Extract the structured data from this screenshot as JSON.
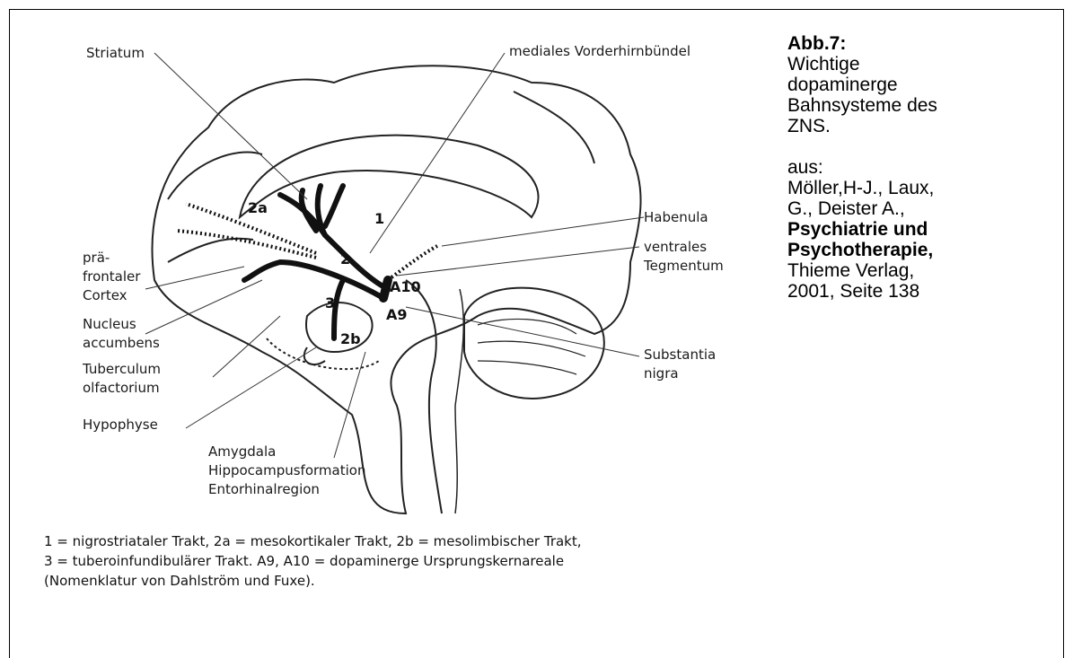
{
  "figure": {
    "labels": {
      "striatum": "Striatum",
      "mfb": "mediales Vorderhirnbündel",
      "habenula": "Habenula",
      "ventrales": "ventrales",
      "tegmentum": "Tegmentum",
      "prae": "prä-",
      "frontaler": "frontaler",
      "cortex": "Cortex",
      "nucleus": "Nucleus",
      "accumbens": "accumbens",
      "tuberculum": "Tuberculum",
      "olfactorium": "olfactorium",
      "hypophyse": "Hypophyse",
      "amygdala": "Amygdala",
      "hippocampus": "Hippocampusformation",
      "entorhinal": "Entorhinalregion",
      "substantia": "Substantia",
      "nigra": "nigra"
    },
    "numbers": {
      "n1": "1",
      "n2": "2",
      "n2a": "2a",
      "n2b": "2b",
      "n3": "3",
      "a9": "A9",
      "a10": "A10"
    },
    "legend": [
      "1 = nigrostriataler Trakt, 2a = mesokortikaler Trakt, 2b = mesolimbischer Trakt,",
      "3 = tuberoinfundibulärer Trakt. A9, A10 = dopaminerge Ursprungskernareale",
      "(Nomenklatur von Dahlström und Fuxe)."
    ]
  },
  "caption": {
    "title": "Abb.7:",
    "line1": "Wichtige",
    "line2": "dopaminerge",
    "line3": "Bahnsysteme des",
    "line4": "ZNS.",
    "aus": "aus:",
    "authors1": "Möller,H-J., Laux,",
    "authors2": "G., Deister A.,",
    "book1": "Psychiatrie und",
    "book2": "Psychotherapie,",
    "publisher": "Thieme Verlag,",
    "year": "2001, Seite 138"
  }
}
